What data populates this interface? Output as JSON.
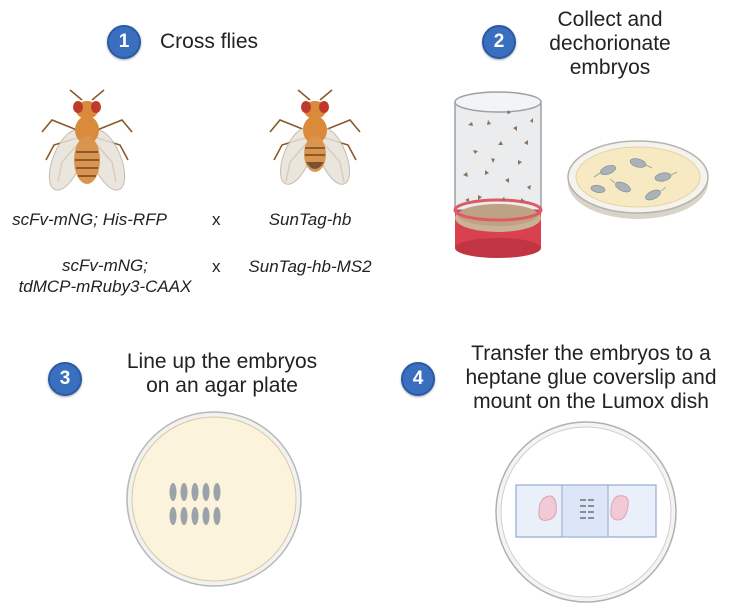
{
  "steps": [
    {
      "number": "1",
      "title": "Cross flies"
    },
    {
      "number": "2",
      "title_lines": [
        "Collect and",
        "dechorionate",
        "embryos"
      ]
    },
    {
      "number": "3",
      "title_lines": [
        "Line up the embryos",
        "on an agar plate"
      ]
    },
    {
      "number": "4",
      "title_lines": [
        "Transfer the embryos to a",
        "heptane glue coverslip and",
        "mount on the Lumox dish"
      ]
    }
  ],
  "crosses": [
    {
      "left": "scFv-mNG; His-RFP",
      "symbol": "x",
      "right": "SunTag-hb"
    },
    {
      "left_lines": [
        "scFv-mNG;",
        "tdMCP-mRuby3-CAAX"
      ],
      "symbol": "x",
      "right": "SunTag-hb-MS2"
    }
  ],
  "icons": [
    "fly-female-icon",
    "fly-male-icon",
    "embryo-collection-cage-icon",
    "petri-dish-embryos-icon",
    "agar-plate-icon",
    "lumox-dish-icon"
  ],
  "colors": {
    "badge": "#3a6fc0",
    "fly_body": "#d98a3a",
    "fly_eye": "#c0392b",
    "agar": "#fbf3dc",
    "cage_base": "#d9414f"
  }
}
